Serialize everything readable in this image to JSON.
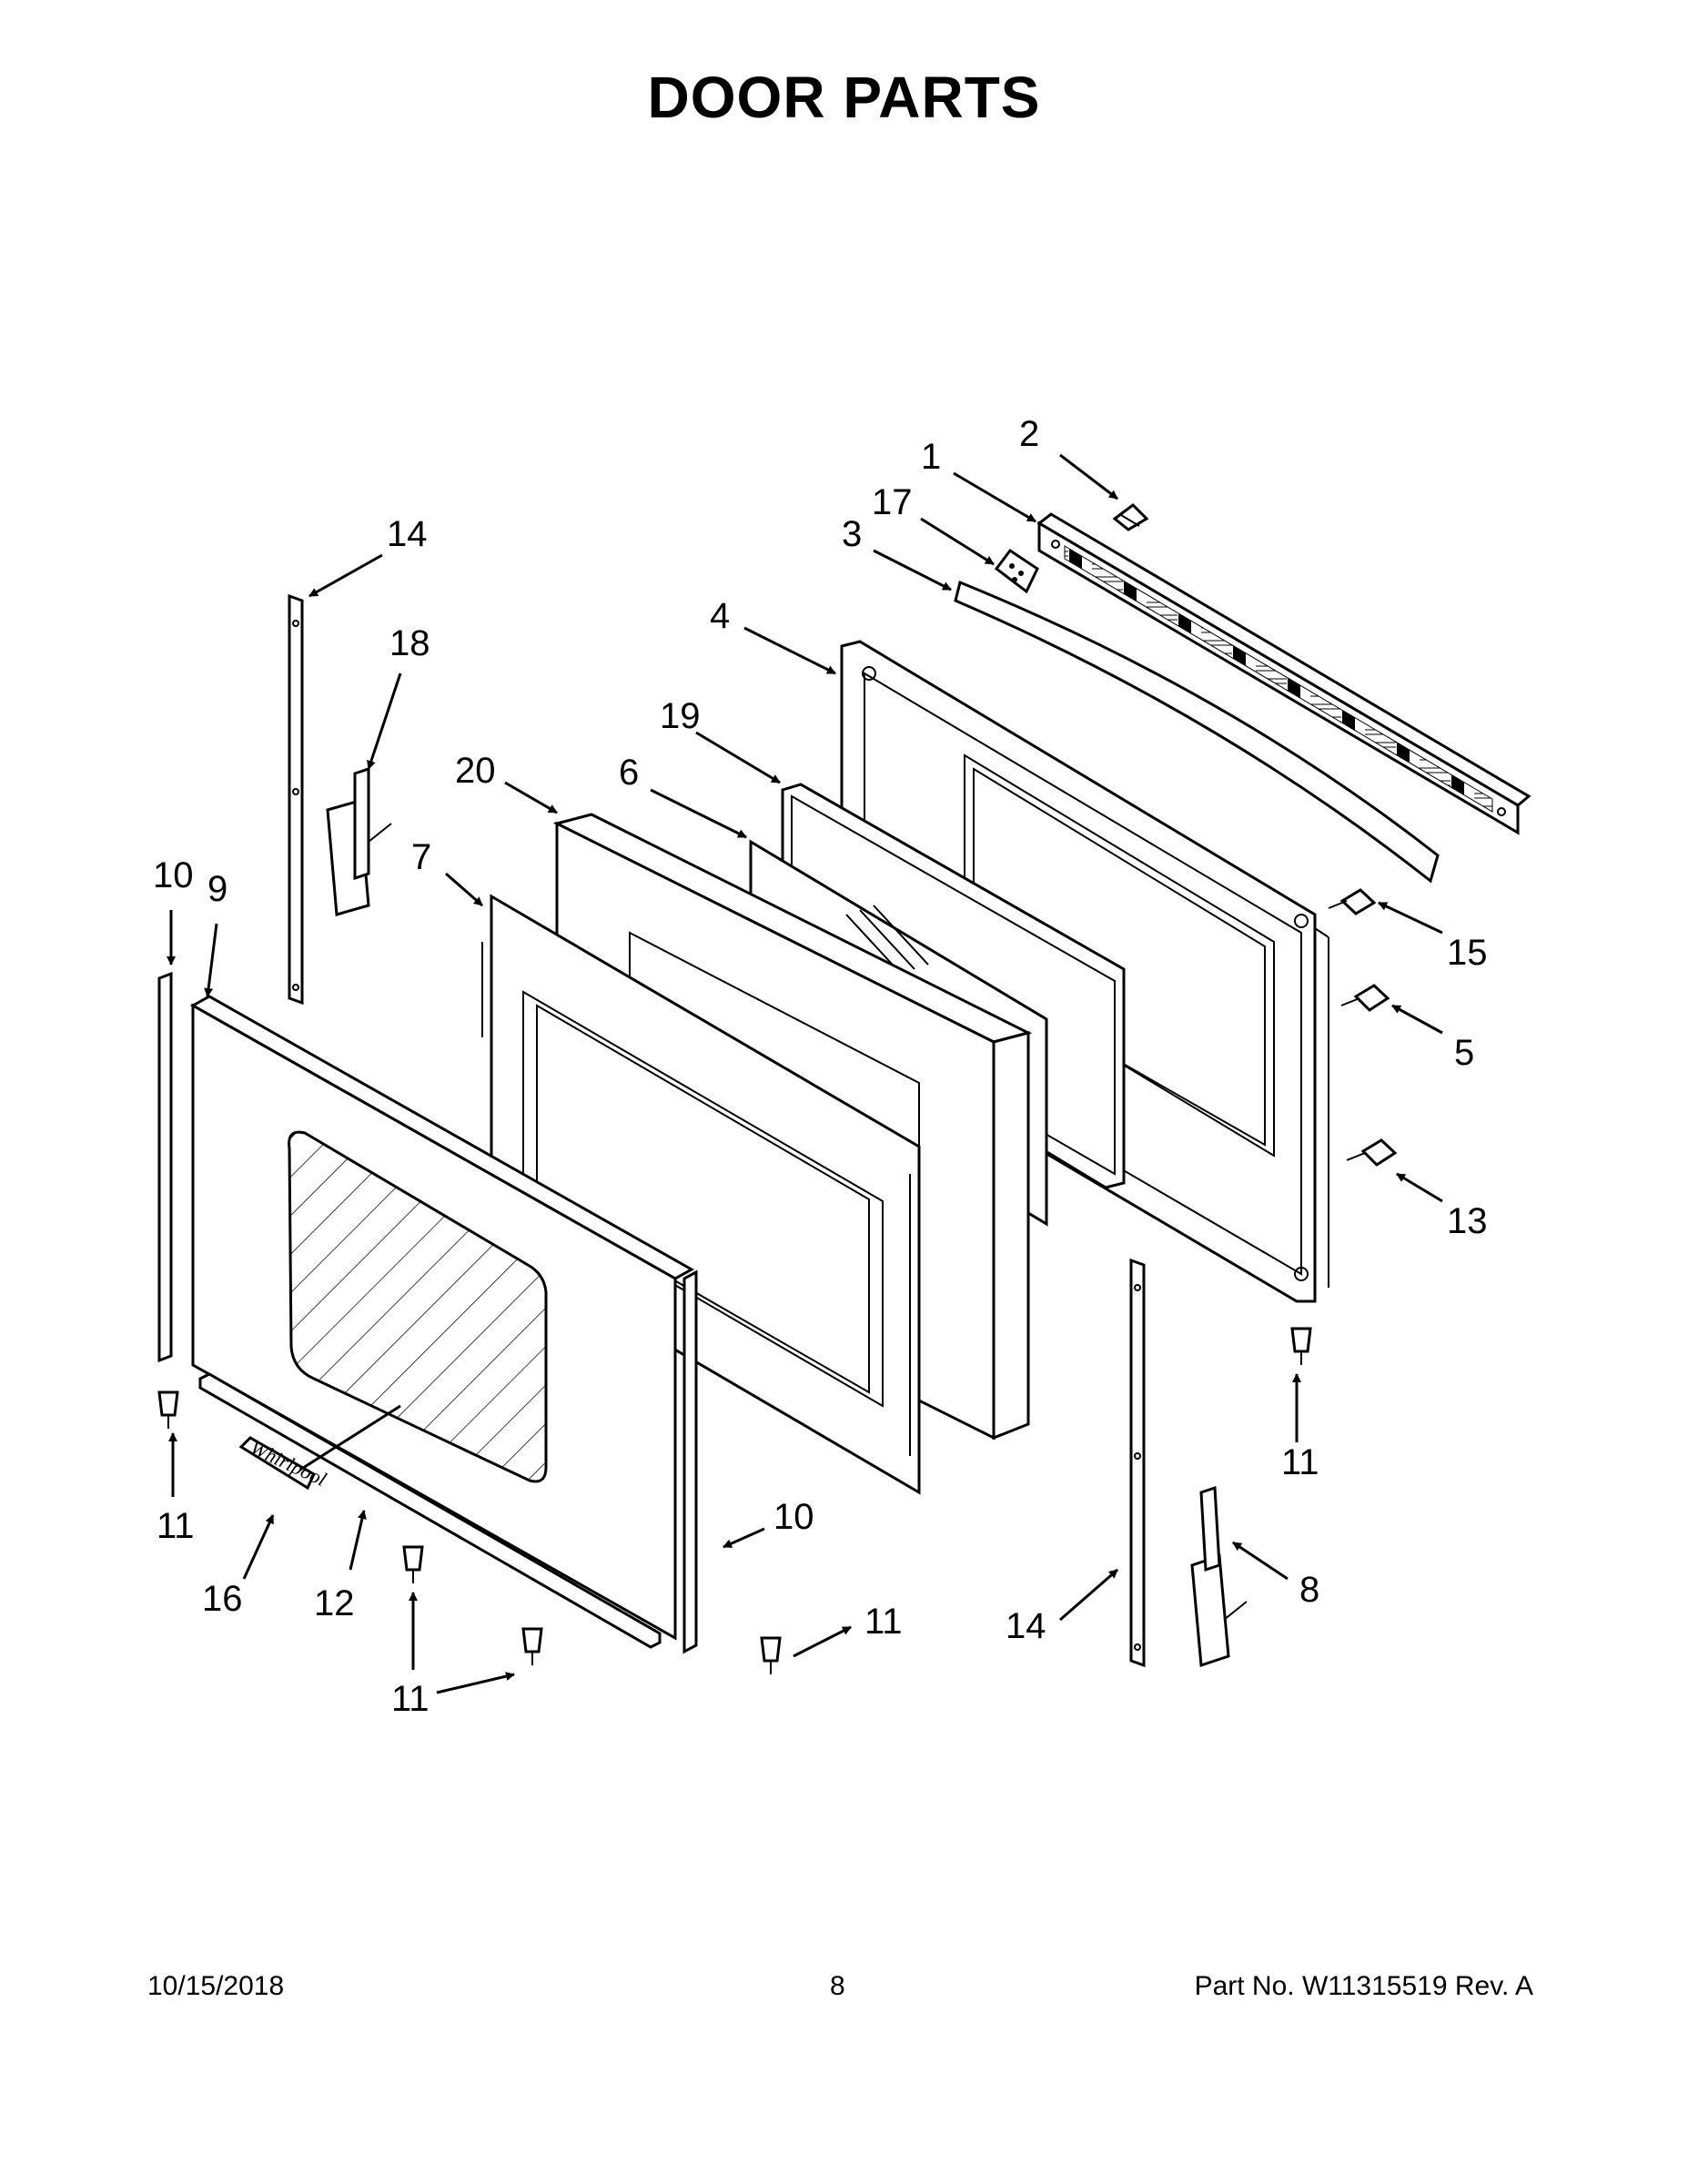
{
  "title": "DOOR PARTS",
  "callouts": {
    "c1": "1",
    "c2": "2",
    "c3": "3",
    "c4": "4",
    "c5": "5",
    "c6": "6",
    "c7": "7",
    "c8": "8",
    "c9": "9",
    "c10a": "10",
    "c10b": "10",
    "c11a": "11",
    "c11b": "11",
    "c11c": "11",
    "c11d": "11",
    "c12": "12",
    "c13": "13",
    "c14a": "14",
    "c14b": "14",
    "c15": "15",
    "c16": "16",
    "c17": "17",
    "c18": "18",
    "c19": "19",
    "c20": "20"
  },
  "footer": {
    "date": "10/15/2018",
    "page": "8",
    "part": "Part No.  W11315519  Rev.  A"
  }
}
